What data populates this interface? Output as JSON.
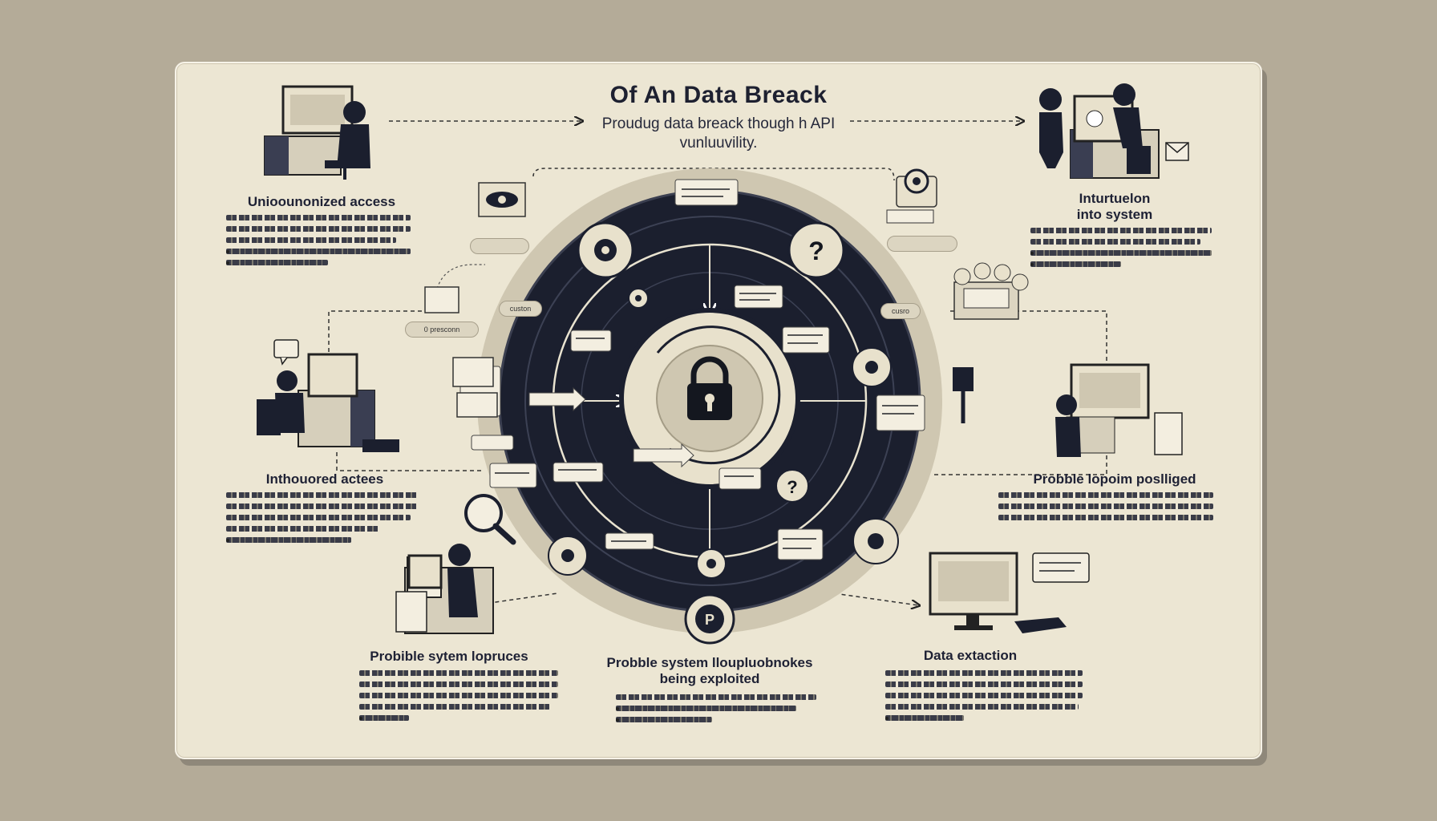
{
  "header": {
    "title": "Of An Data Breack",
    "subtitle_line1": "Proudug data breack though h API",
    "subtitle_line2": "vunluuvility."
  },
  "sections": {
    "top_left": {
      "heading": "Unioounonized access"
    },
    "top_right": {
      "heading_line1": "Inturtuelon",
      "heading_line2": "into system"
    },
    "mid_left": {
      "heading": "Inthouored actees"
    },
    "mid_right": {
      "heading": "Probble lopoim poslliged"
    },
    "bottom_left": {
      "heading": "Probible sytem lopruces"
    },
    "bottom_center": {
      "heading_line1": "Probble system lloupluobnokes",
      "heading_line2": "being exploited"
    },
    "bottom_right": {
      "heading": "Data extaction"
    }
  },
  "badges": {
    "left_tag": "0 presconn",
    "left_ring_tag": "custon",
    "right_ring_tag": "cusro"
  },
  "colors": {
    "background": "#b4ab98",
    "panel": "#ece6d3",
    "ring_dark": "#1b1f2e",
    "accent_light": "#e8e1cc"
  },
  "icons": [
    "lock-icon",
    "gear-icon",
    "question-icon",
    "eye-icon",
    "magnifier-icon",
    "person-at-computer-icon",
    "mail-icon",
    "speech-bubble-icon"
  ]
}
